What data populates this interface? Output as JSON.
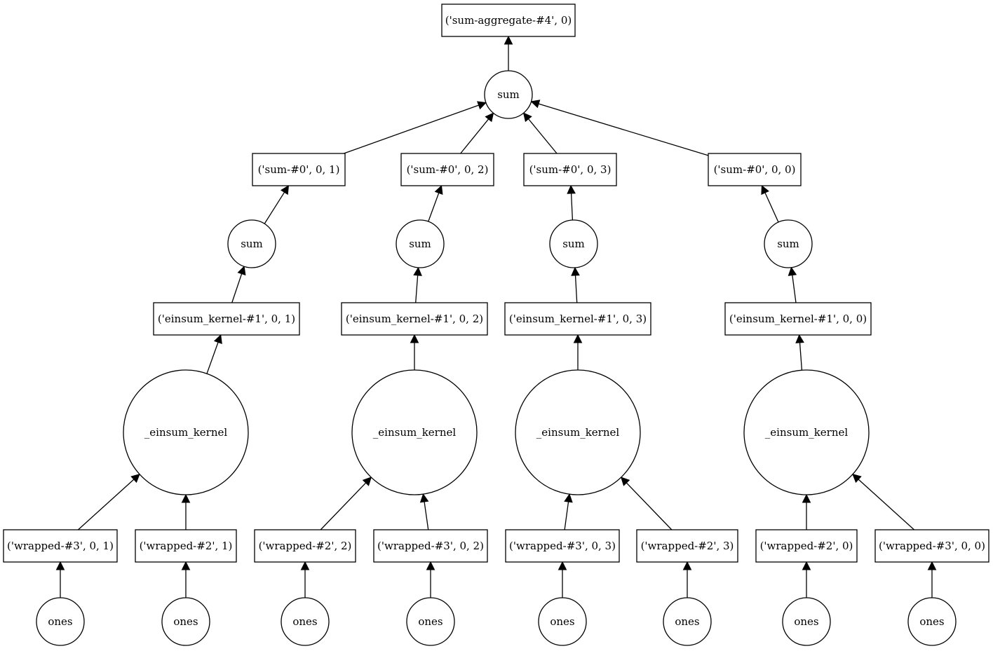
{
  "nodes": [
    {
      "id": "agg",
      "label": "('sum-aggregate-#4', 0)",
      "shape": "box"
    },
    {
      "id": "sumTop",
      "label": "sum",
      "shape": "circle"
    },
    {
      "id": "s1",
      "label": "('sum-#0', 0, 1)",
      "shape": "box"
    },
    {
      "id": "s2",
      "label": "('sum-#0', 0, 2)",
      "shape": "box"
    },
    {
      "id": "s3",
      "label": "('sum-#0', 0, 3)",
      "shape": "box"
    },
    {
      "id": "s0",
      "label": "('sum-#0', 0, 0)",
      "shape": "box"
    },
    {
      "id": "sc1",
      "label": "sum",
      "shape": "circle"
    },
    {
      "id": "sc2",
      "label": "sum",
      "shape": "circle"
    },
    {
      "id": "sc3",
      "label": "sum",
      "shape": "circle"
    },
    {
      "id": "sc0",
      "label": "sum",
      "shape": "circle"
    },
    {
      "id": "e1",
      "label": "('einsum_kernel-#1', 0, 1)",
      "shape": "box"
    },
    {
      "id": "e2",
      "label": "('einsum_kernel-#1', 0, 2)",
      "shape": "box"
    },
    {
      "id": "e3",
      "label": "('einsum_kernel-#1', 0, 3)",
      "shape": "box"
    },
    {
      "id": "e0",
      "label": "('einsum_kernel-#1', 0, 0)",
      "shape": "box"
    },
    {
      "id": "k1",
      "label": "_einsum_kernel",
      "shape": "circle"
    },
    {
      "id": "k2",
      "label": "_einsum_kernel",
      "shape": "circle"
    },
    {
      "id": "k3",
      "label": "_einsum_kernel",
      "shape": "circle"
    },
    {
      "id": "k0",
      "label": "_einsum_kernel",
      "shape": "circle"
    },
    {
      "id": "w31",
      "label": "('wrapped-#3', 0, 1)",
      "shape": "box"
    },
    {
      "id": "w21",
      "label": "('wrapped-#2', 1)",
      "shape": "box"
    },
    {
      "id": "w22",
      "label": "('wrapped-#2', 2)",
      "shape": "box"
    },
    {
      "id": "w32",
      "label": "('wrapped-#3', 0, 2)",
      "shape": "box"
    },
    {
      "id": "w33",
      "label": "('wrapped-#3', 0, 3)",
      "shape": "box"
    },
    {
      "id": "w23",
      "label": "('wrapped-#2', 3)",
      "shape": "box"
    },
    {
      "id": "w20",
      "label": "('wrapped-#2', 0)",
      "shape": "box"
    },
    {
      "id": "w30",
      "label": "('wrapped-#3', 0, 0)",
      "shape": "box"
    },
    {
      "id": "o1",
      "label": "ones",
      "shape": "circle"
    },
    {
      "id": "o2",
      "label": "ones",
      "shape": "circle"
    },
    {
      "id": "o3",
      "label": "ones",
      "shape": "circle"
    },
    {
      "id": "o4",
      "label": "ones",
      "shape": "circle"
    },
    {
      "id": "o5",
      "label": "ones",
      "shape": "circle"
    },
    {
      "id": "o6",
      "label": "ones",
      "shape": "circle"
    },
    {
      "id": "o7",
      "label": "ones",
      "shape": "circle"
    },
    {
      "id": "o8",
      "label": "ones",
      "shape": "circle"
    }
  ],
  "edges": [
    {
      "from": "sumTop",
      "to": "agg"
    },
    {
      "from": "s1",
      "to": "sumTop"
    },
    {
      "from": "s2",
      "to": "sumTop"
    },
    {
      "from": "s3",
      "to": "sumTop"
    },
    {
      "from": "s0",
      "to": "sumTop"
    },
    {
      "from": "sc1",
      "to": "s1"
    },
    {
      "from": "sc2",
      "to": "s2"
    },
    {
      "from": "sc3",
      "to": "s3"
    },
    {
      "from": "sc0",
      "to": "s0"
    },
    {
      "from": "e1",
      "to": "sc1"
    },
    {
      "from": "e2",
      "to": "sc2"
    },
    {
      "from": "e3",
      "to": "sc3"
    },
    {
      "from": "e0",
      "to": "sc0"
    },
    {
      "from": "k1",
      "to": "e1"
    },
    {
      "from": "k2",
      "to": "e2"
    },
    {
      "from": "k3",
      "to": "e3"
    },
    {
      "from": "k0",
      "to": "e0"
    },
    {
      "from": "w31",
      "to": "k1"
    },
    {
      "from": "w21",
      "to": "k1"
    },
    {
      "from": "w22",
      "to": "k2"
    },
    {
      "from": "w32",
      "to": "k2"
    },
    {
      "from": "w33",
      "to": "k3"
    },
    {
      "from": "w23",
      "to": "k3"
    },
    {
      "from": "w20",
      "to": "k0"
    },
    {
      "from": "w30",
      "to": "k0"
    },
    {
      "from": "o1",
      "to": "w31"
    },
    {
      "from": "o2",
      "to": "w21"
    },
    {
      "from": "o3",
      "to": "w22"
    },
    {
      "from": "o4",
      "to": "w32"
    },
    {
      "from": "o5",
      "to": "w33"
    },
    {
      "from": "o6",
      "to": "w23"
    },
    {
      "from": "o7",
      "to": "w20"
    },
    {
      "from": "o8",
      "to": "w30"
    }
  ]
}
